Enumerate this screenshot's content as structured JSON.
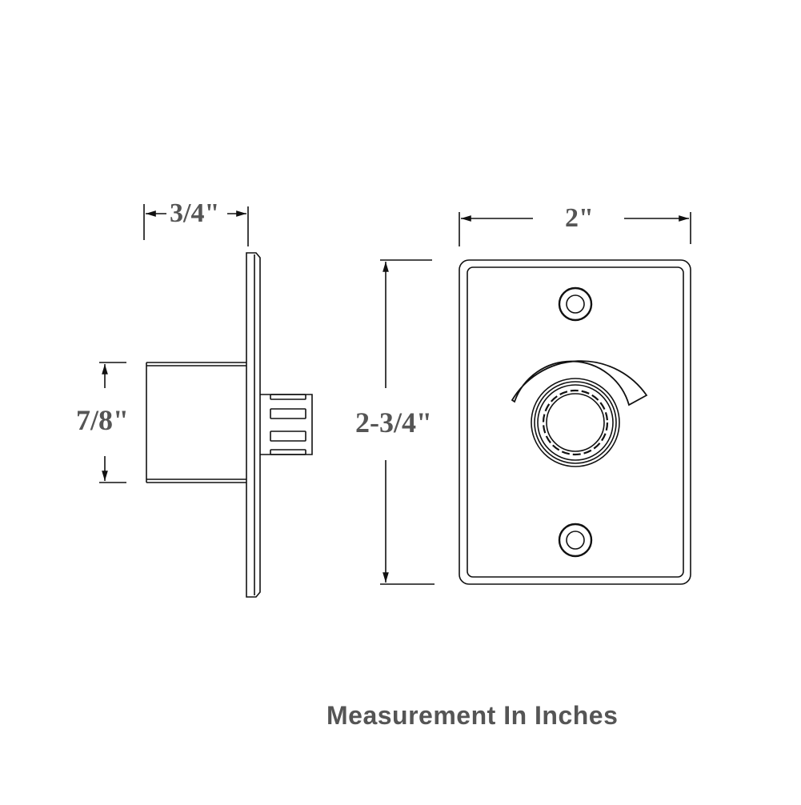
{
  "diagram": {
    "subject": "Doorbell push button dimension drawing",
    "views": {
      "side_view": {
        "depth_label": "3/4\"",
        "height_label": "7/8\""
      },
      "front_view": {
        "width_label": "2\"",
        "height_label": "2-3/4\""
      }
    },
    "caption": "Measurement In Inches",
    "colors": {
      "line": "#111111",
      "text": "#555555",
      "background": "#ffffff"
    }
  }
}
